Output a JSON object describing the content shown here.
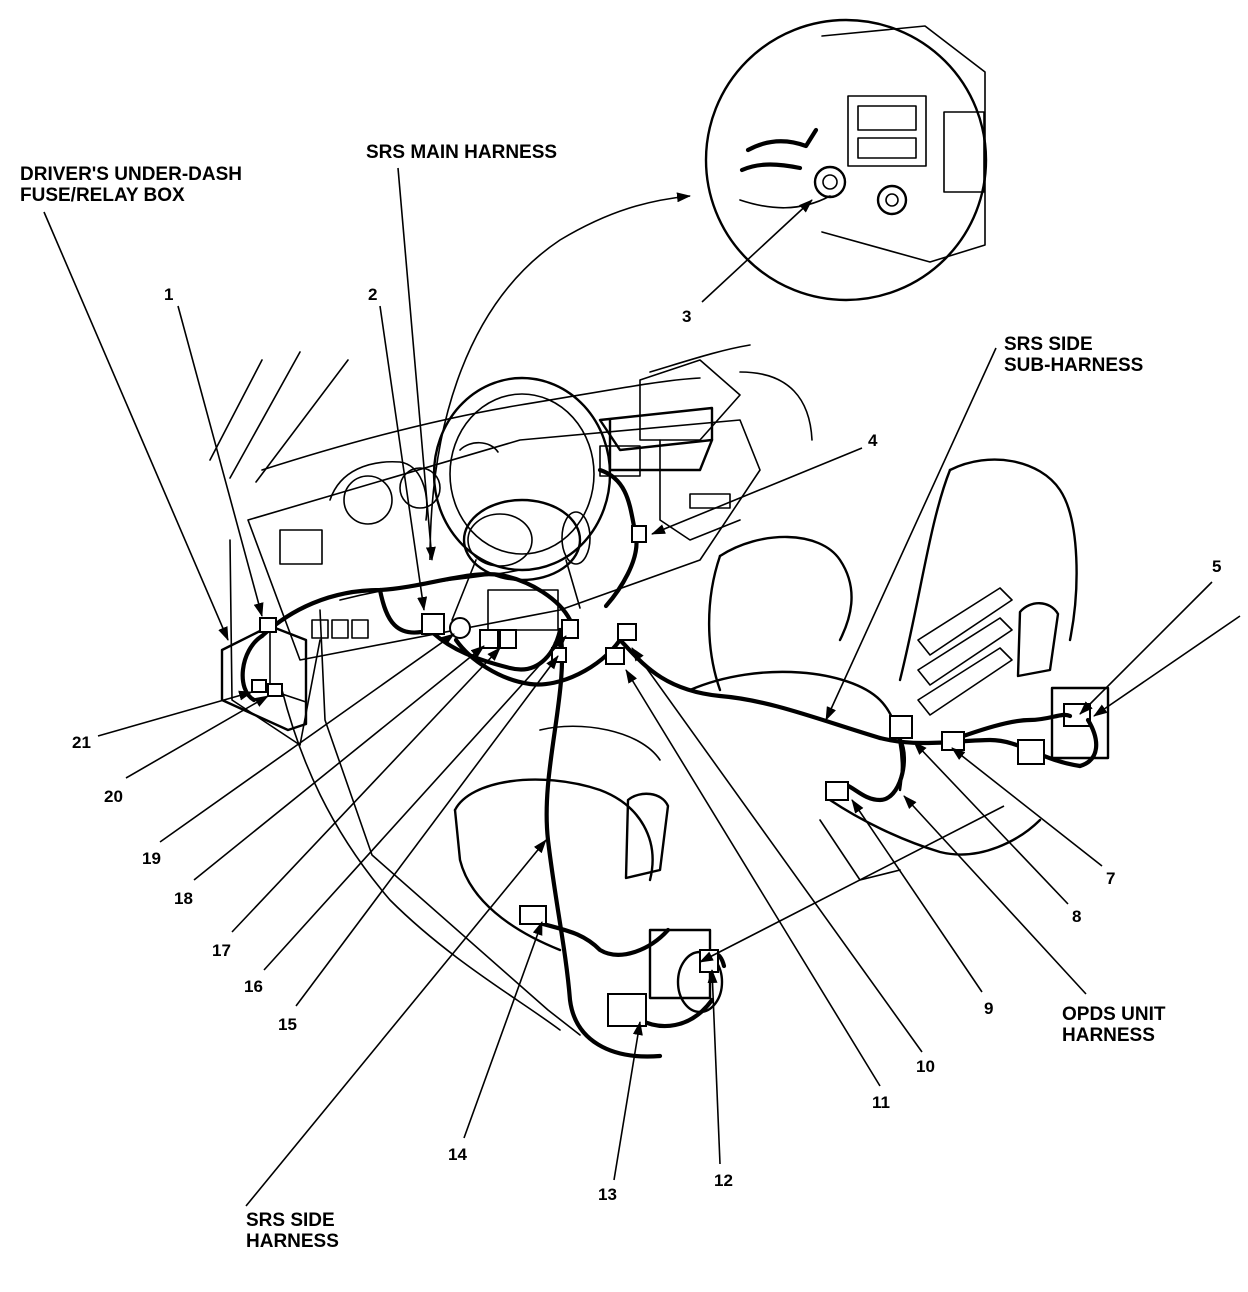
{
  "labels": {
    "under_dash_box": [
      "DRIVER'S UNDER-DASH",
      "FUSE/RELAY BOX"
    ],
    "srs_main_harness": "SRS MAIN HARNESS",
    "srs_side_sub_harness": [
      "SRS SIDE",
      "SUB-HARNESS"
    ],
    "opds_unit_harness": [
      "OPDS UNIT",
      "HARNESS"
    ],
    "srs_side_harness": [
      "SRS SIDE",
      "HARNESS"
    ]
  },
  "callouts": [
    "1",
    "2",
    "3",
    "4",
    "5",
    "7",
    "8",
    "9",
    "10",
    "11",
    "12",
    "13",
    "14",
    "15",
    "16",
    "17",
    "18",
    "19",
    "20",
    "21"
  ]
}
